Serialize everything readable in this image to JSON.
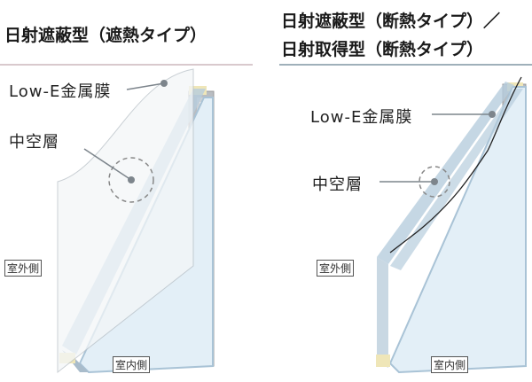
{
  "left": {
    "title": "日射遮蔽型（遮熱タイプ）",
    "lowe_label": "Low-E金属膜",
    "hollow_label": "中空層",
    "outdoor_label": "室外側",
    "indoor_label": "室内側"
  },
  "right": {
    "title_line1": "日射遮蔽型（断熱タイプ）／",
    "title_line2": "日射取得型（断熱タイプ）",
    "lowe_label": "Low-E金属膜",
    "hollow_label": "中空層",
    "outdoor_label": "室外側",
    "indoor_label": "室内側"
  },
  "colors": {
    "left_rule": "#d9c9cd",
    "right_rule": "#9fb0ba",
    "glass": "#dcebf5",
    "edge": "#a9c3d6"
  }
}
